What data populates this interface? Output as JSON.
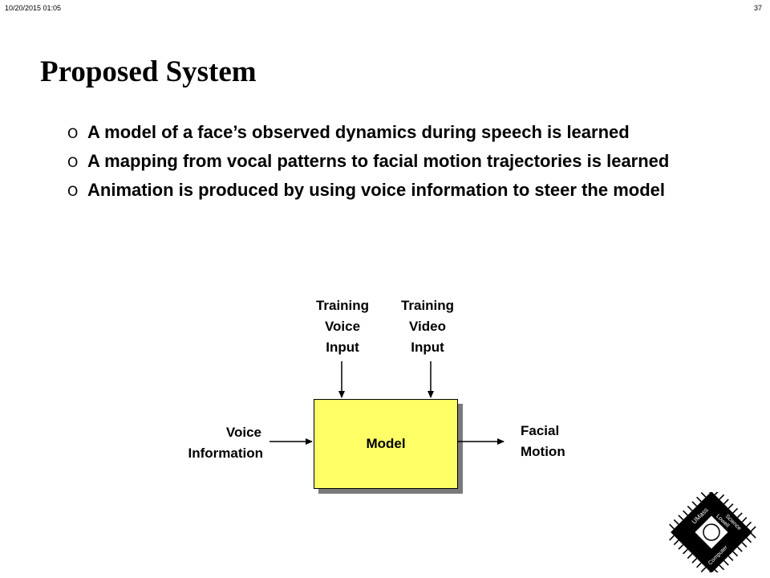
{
  "header": {
    "date_time": "10/20/2015   01:05",
    "page_number": "37"
  },
  "slide": {
    "title": "Proposed System",
    "bullet_marker": "O",
    "bullets": [
      "A model of a face’s observed dynamics during speech is learned",
      "A mapping from vocal patterns to facial motion trajectories is learned",
      "Animation is produced by using voice information to steer the model"
    ]
  },
  "diagram": {
    "training_voice_input": [
      "Training",
      "Voice",
      "Input"
    ],
    "training_video_input": [
      "Training",
      "Video",
      "Input"
    ],
    "voice_information": [
      "Voice",
      "Information"
    ],
    "model": "Model",
    "facial_motion": [
      "Facial",
      "Motion"
    ],
    "model_fill": "#ffff66"
  },
  "logo": {
    "top": "UMass",
    "right_top": "Lowell",
    "left_bottom": "Computer",
    "right_bottom": "Science"
  }
}
